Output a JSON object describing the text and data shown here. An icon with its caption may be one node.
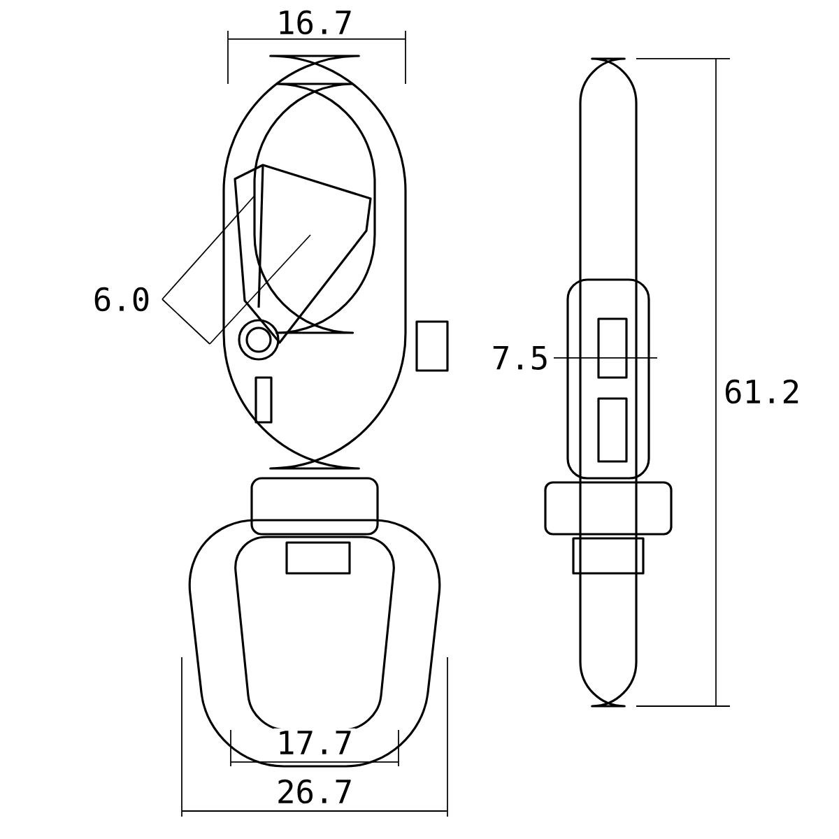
{
  "diagram": {
    "labels": [
      "16.7",
      "6.0",
      "7.5",
      "61.2",
      "17.7",
      "26.7"
    ]
  }
}
